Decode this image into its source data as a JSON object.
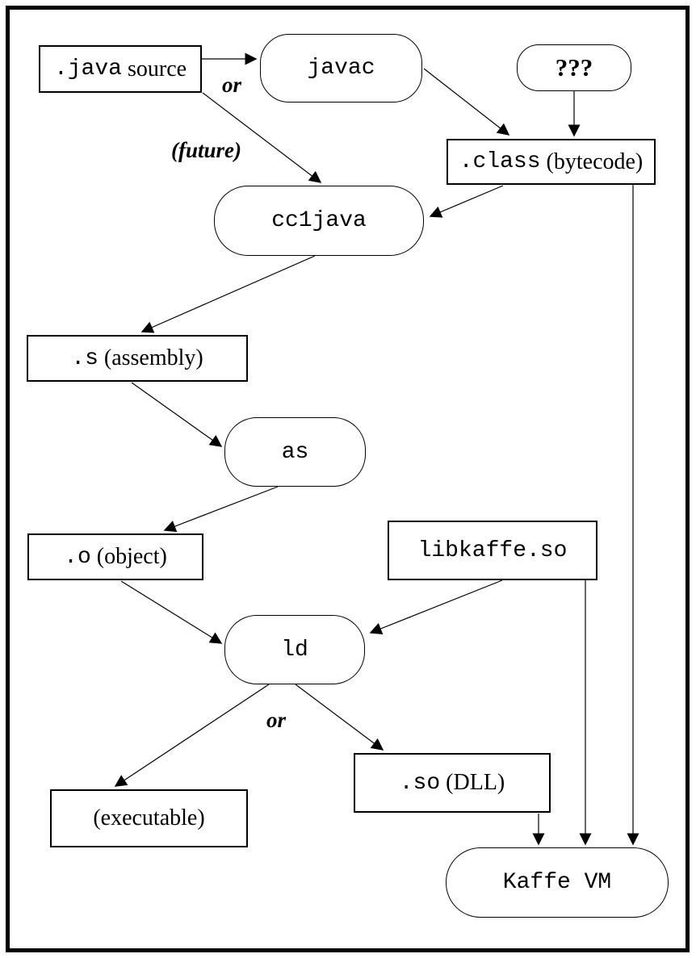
{
  "colors": {
    "ink": "#000000",
    "background": "#ffffff"
  },
  "nodes": {
    "java_source": {
      "code": ".java",
      "rest": " source"
    },
    "javac": {
      "code": "javac"
    },
    "unknown": {
      "label": "???"
    },
    "class_bytecode": {
      "code": ".class",
      "rest": " (bytecode)"
    },
    "cc1java": {
      "code": "cc1java"
    },
    "s_assembly": {
      "code": ".s",
      "rest": " (assembly)"
    },
    "as": {
      "code": "as"
    },
    "o_object": {
      "code": ".o",
      "rest": " (object)"
    },
    "libkaffe_so": {
      "code": "libkaffe.so"
    },
    "ld": {
      "code": "ld"
    },
    "executable": {
      "rest": "(executable)"
    },
    "so_dll": {
      "code": ".so",
      "rest": " (DLL)"
    },
    "kaffe_vm": {
      "code": "Kaffe VM"
    }
  },
  "labels": {
    "or_top": "or",
    "future": "(future)",
    "or_bottom": "or"
  },
  "edges": [
    {
      "from": ".java source",
      "to": "javac"
    },
    {
      "from": ".java source",
      "to": "cc1java",
      "label": "or (future)"
    },
    {
      "from": "javac",
      "to": ".class (bytecode)"
    },
    {
      "from": "???",
      "to": ".class (bytecode)"
    },
    {
      "from": ".class (bytecode)",
      "to": "cc1java"
    },
    {
      "from": ".class (bytecode)",
      "to": "Kaffe VM"
    },
    {
      "from": "cc1java",
      "to": ".s (assembly)"
    },
    {
      "from": ".s (assembly)",
      "to": "as"
    },
    {
      "from": "as",
      "to": ".o (object)"
    },
    {
      "from": ".o (object)",
      "to": "ld"
    },
    {
      "from": "libkaffe.so",
      "to": "ld"
    },
    {
      "from": "libkaffe.so",
      "to": "Kaffe VM"
    },
    {
      "from": "ld",
      "to": "(executable)",
      "label": "or"
    },
    {
      "from": "ld",
      "to": ".so (DLL)",
      "label": "or"
    },
    {
      "from": ".so (DLL)",
      "to": "Kaffe VM"
    }
  ]
}
